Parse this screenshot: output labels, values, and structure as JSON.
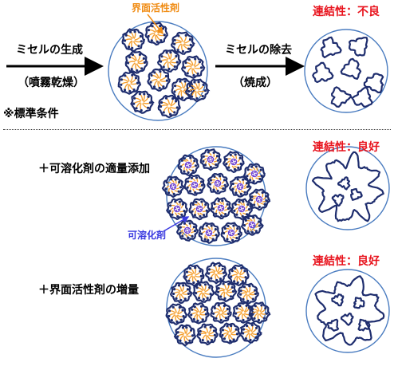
{
  "labels": {
    "surfactant": "界面活性剤",
    "connectivity_bad": "連結性：不良",
    "micelle_generation": "ミセルの生成",
    "spray_drying": "（噴霧乾燥）",
    "micelle_removal": "ミセルの除去",
    "firing": "（焼成）",
    "standard_condition": "※標準条件",
    "connectivity_good_1": "連結性：良好",
    "solubilizer_addition": "＋可溶化剤の適量添加",
    "solubilizer": "可溶化剤",
    "connectivity_good_2": "連結性：良好",
    "surfactant_increase": "＋界面活性剤の増量"
  },
  "colors": {
    "red_label": "#e8141e",
    "orange_label": "#f08c14",
    "blue_label": "#3a3ae0",
    "particle_outline": "#4a7cc0",
    "micelle_ring": "#1e2d6e",
    "surfactant_tail": "#f5a030",
    "solubilizer_core": "#6a3cd0"
  }
}
